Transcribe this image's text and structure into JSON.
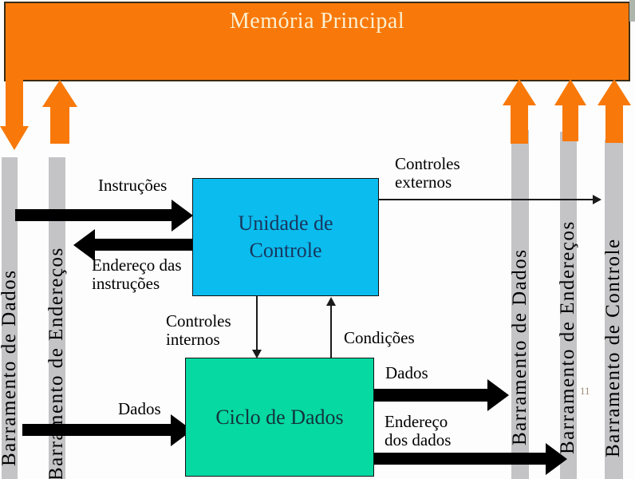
{
  "slide": {
    "page_number": "11"
  },
  "memory": {
    "title": "Memória Principal"
  },
  "control_unit": {
    "label": "Unidade de\nControle"
  },
  "data_cycle": {
    "label": "Ciclo de Dados"
  },
  "buses": {
    "left": [
      {
        "label": "Barramento de Dados"
      },
      {
        "label": "Barramento de Endereços"
      }
    ],
    "right": [
      {
        "label": "Barramento de Dados"
      },
      {
        "label": "Barramento de Endereços"
      },
      {
        "label": "Barramento de Controle"
      }
    ]
  },
  "arrows": {
    "instrucoes": "Instruções",
    "endereco_instrucoes": "Endereço das\ninstruções",
    "controles_internos": "Controles\ninternos",
    "condicoes": "Condições",
    "controles_externos": "Controles\nexternos",
    "dados_in": "Dados",
    "dados_out": "Dados",
    "endereco_dados": "Endereço\ndos dados"
  },
  "colors": {
    "memory_fill": "#F8790A",
    "control_unit_fill": "#0BBCEE",
    "data_cycle_fill": "#06D9A1",
    "bus_fill": "#C4C4C6",
    "memory_title_text": "#FBEFD0",
    "box_text": "#17375E",
    "page_number_text": "#9C8B73"
  }
}
